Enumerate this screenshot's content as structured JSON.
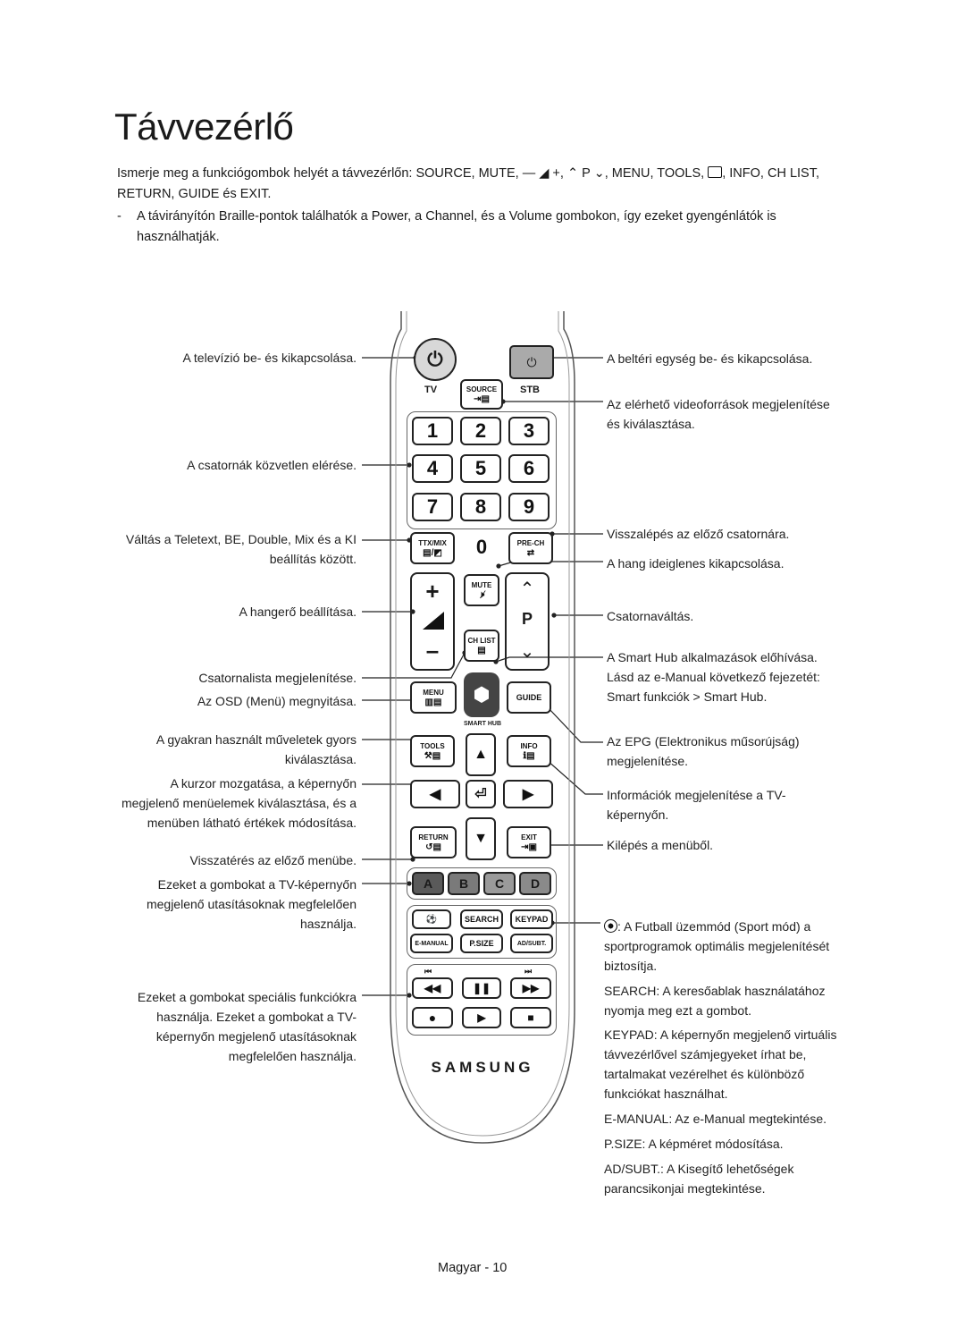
{
  "title": "Távvezérlő",
  "intro": {
    "line1": "Ismerje meg a funkciógombok helyét a távvezérlőn: SOURCE, MUTE, ",
    "vol_symbols": "— ◢ +",
    "sep1": ", ",
    "ch_symbols": "⌃ P ⌄",
    "line1b": ", MENU, TOOLS, ",
    "line1c": ", INFO, CH LIST,",
    "line2": "RETURN, GUIDE és EXIT."
  },
  "note": {
    "dash": "-",
    "text_a": "A távirányítón Braille-pontok találhatók a ",
    "power": "Power",
    "text_b": ", a ",
    "channel": "Channel",
    "text_c": ", és a ",
    "volume": "Volume",
    "text_d": " gombokon, így ezeket gyengénlátók is használhatják."
  },
  "labels_left": {
    "tv_power": "A televízió be- és kikapcsolása.",
    "direct_channel": "A csatornák közvetlen elérése.",
    "ttx_a": "Váltás a Teletext, BE, Double, Mix és a KI",
    "ttx_b": "beállítás között.",
    "volume": "A hangerő beállítása.",
    "ch_list": "Csatornalista megjelenítése.",
    "menu": "Az OSD (Menü) megnyitása.",
    "tools_a": "A gyakran használt műveletek gyors",
    "tools_b": "kiválasztása.",
    "cursor_a": "A kurzor mozgatása, a képernyőn",
    "cursor_b": "megjelenő menüelemek kiválasztása, és a",
    "cursor_c": "menüben látható értékek módosítása.",
    "return": "Visszatérés az előző menübe.",
    "color_a": "Ezeket a gombokat a TV-képernyőn",
    "color_b": "megjelenő utasításoknak megfelelően",
    "color_c": "használja.",
    "special_a": "Ezeket a gombokat speciális funkciókra",
    "special_b": "használja. Ezeket a gombokat a TV-",
    "special_c": "képernyőn megjelenő utasításoknak",
    "special_d": "megfelelően használja."
  },
  "labels_right": {
    "stb_power": "A beltéri egység be- és kikapcsolása.",
    "source_a": "Az elérhető videoforrások megjelenítése",
    "source_b": "és kiválasztása.",
    "prech": "Visszalépés az előző csatornára.",
    "mute": "A hang ideiglenes kikapcsolása.",
    "channel": "Csatornaváltás.",
    "smarthub_a1": "A ",
    "smarthub_a2": "Smart Hub",
    "smarthub_a3": " alkalmazások előhívása.",
    "smarthub_b": "Lásd az e-Manual következő fejezetét:",
    "smarthub_c1": "Smart funkciók",
    "smarthub_c2": " > ",
    "smarthub_c3": "Smart Hub",
    "smarthub_c4": ".",
    "guide_a1": "Az ",
    "guide_a2": "EPG",
    "guide_a3": " (Elektronikus műsorújság)",
    "guide_b": "megjelenítése.",
    "info_a": "Információk megjelenítése a TV-",
    "info_b": "képernyőn.",
    "exit": "Kilépés a menüből.",
    "football_a1": ": A ",
    "football_a2": "Futball üzemmód",
    "football_a3": " (Sport mód) a",
    "football_b": "sportprogramok optimális megjelenítését",
    "football_c": "biztosítja.",
    "search_a1": "SEARCH",
    "search_a2": ": A keresőablak használatához",
    "search_b": "nyomja meg ezt a gombot.",
    "keypad_a1": "KEYPAD",
    "keypad_a2": ": A képernyőn megjelenő virtuális",
    "keypad_b": "távvezérlővel számjegyeket írhat be,",
    "keypad_c": "tartalmakat vezérelhet és különböző",
    "keypad_d": "funkciókat használhat.",
    "emanual_1": "E-MANUAL",
    "emanual_2": ": Az ",
    "emanual_3": "e-Manual",
    "emanual_4": " megtekintése.",
    "psize_1": "P.SIZE",
    "psize_2": ": A képméret módosítása.",
    "adsubt_1": "AD/SUBT.",
    "adsubt_2": ": A ",
    "adsubt_3": "Kisegítő lehetőségek",
    "adsubt_4": "parancsikonjai",
    "adsubt_5": " megtekintése."
  },
  "remote": {
    "tv_label": "TV",
    "stb_label": "STB",
    "source": "SOURCE",
    "digits": [
      "1",
      "2",
      "3",
      "4",
      "5",
      "6",
      "7",
      "8",
      "9"
    ],
    "zero": "0",
    "ttx": "TTX/MIX",
    "prech": "PRE-CH",
    "mute": "MUTE",
    "p": "P",
    "ch_list": "CH LIST",
    "menu": "MENU",
    "guide": "GUIDE",
    "smart_hub": "SMART HUB",
    "tools": "TOOLS",
    "info": "INFO",
    "return": "RETURN",
    "exit": "EXIT",
    "colors": [
      {
        "label": "A",
        "color": "#5a5a5a"
      },
      {
        "label": "B",
        "color": "#7a7a7a"
      },
      {
        "label": "C",
        "color": "#9a9a9a"
      },
      {
        "label": "D",
        "color": "#8a8a8a"
      }
    ],
    "search": "SEARCH",
    "keypad": "KEYPAD",
    "emanual": "E-MANUAL",
    "psize": "P.SIZE",
    "adsubt": "AD/SUBT.",
    "brand": "SAMSUNG"
  },
  "footer": "Magyar - 10"
}
